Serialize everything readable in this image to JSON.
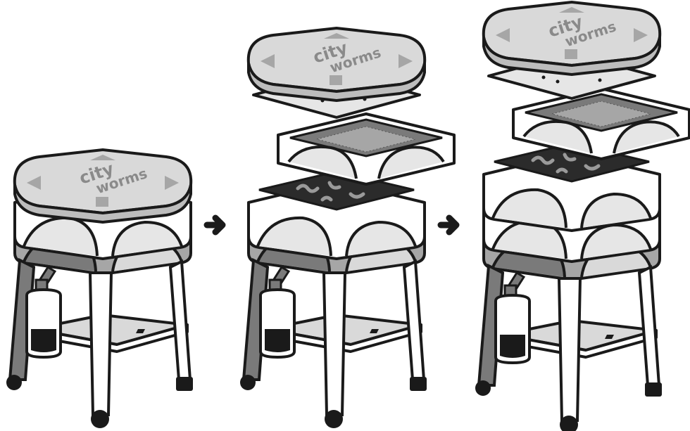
{
  "diagram": {
    "brand_logo": {
      "line1": "city",
      "line2": "worms"
    },
    "steps": [
      {
        "id": "stage-1",
        "trays": 1,
        "lid_open": false
      },
      {
        "id": "stage-2",
        "trays": 2,
        "lid_open": true
      },
      {
        "id": "stage-3",
        "trays": 3,
        "lid_open": true
      }
    ],
    "arrow_icon": "right-arrow-icon",
    "colors": {
      "outline": "#1a1a1a",
      "body": "#ffffff",
      "light_gray": "#d9d9d9",
      "mid_gray": "#a6a6a6",
      "dark_gray": "#7a7a7a",
      "soil": "#2b2b2b",
      "worm": "#9a9a9a"
    }
  }
}
